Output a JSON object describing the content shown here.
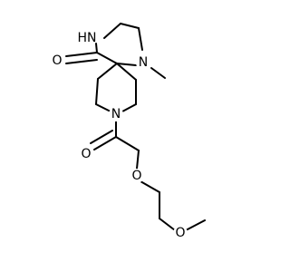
{
  "molecule": {
    "atoms": {
      "nh": "HN",
      "o_carbonyl_top": "O",
      "n_methyl": "N",
      "n_ring": "N",
      "o_carbonyl_side": "O",
      "o_ether_1": "O",
      "o_ether_2": "O"
    }
  },
  "colors": {
    "bond": "#000000",
    "label": "#000000",
    "background": "#ffffff"
  }
}
